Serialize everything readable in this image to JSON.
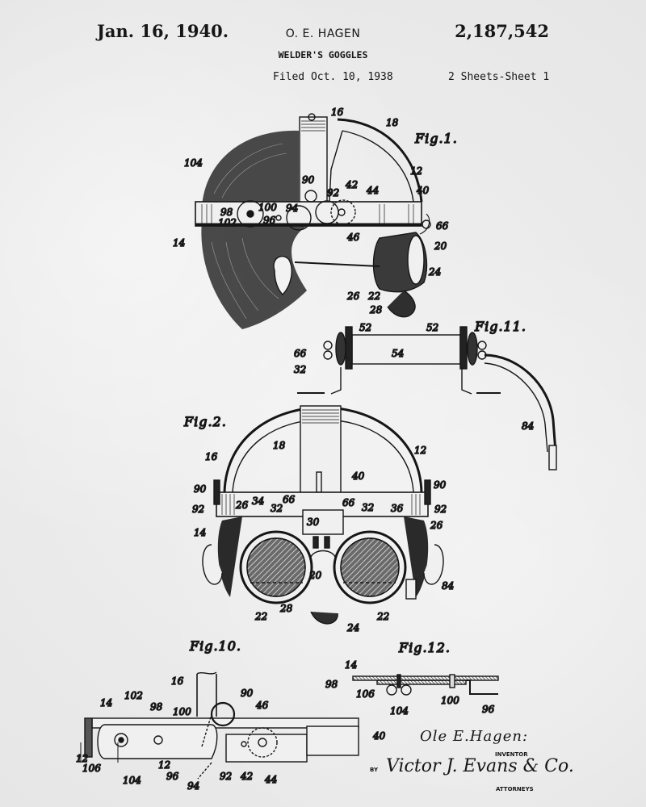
{
  "header": {
    "date": "Jan. 16, 1940.",
    "inventor_name": "O. E. HAGEN",
    "patent_number": "2,187,542",
    "title": "WELDER'S GOGGLES",
    "filed": "Filed Oct. 10, 1938",
    "sheets": "2 Sheets-Sheet 1"
  },
  "figures": [
    {
      "id": "fig1",
      "label": "Fig.1.",
      "parts": [
        "16",
        "18",
        "104",
        "90",
        "92",
        "42",
        "44",
        "40",
        "12",
        "98",
        "100",
        "94",
        "102",
        "96",
        "66",
        "14",
        "46",
        "20",
        "24",
        "26",
        "22",
        "28"
      ]
    },
    {
      "id": "fig11",
      "label": "Fig.11.",
      "parts": [
        "52",
        "52",
        "66",
        "54",
        "32",
        "84"
      ]
    },
    {
      "id": "fig2",
      "label": "Fig.2.",
      "parts": [
        "18",
        "16",
        "12",
        "40",
        "90",
        "90",
        "92",
        "92",
        "26",
        "34",
        "66",
        "32",
        "66",
        "32",
        "36",
        "14",
        "30",
        "26",
        "20",
        "84",
        "22",
        "28",
        "24",
        "22"
      ]
    },
    {
      "id": "fig10",
      "label": "Fig.10.",
      "parts": [
        "16",
        "90",
        "46",
        "14",
        "102",
        "98",
        "100",
        "40",
        "12",
        "106",
        "12",
        "96",
        "104",
        "94",
        "92",
        "42",
        "44"
      ]
    },
    {
      "id": "fig12",
      "label": "Fig.12.",
      "parts": [
        "14",
        "98",
        "106",
        "104",
        "100",
        "96"
      ]
    }
  ],
  "signatures": {
    "inventor": "Ole E.Hagen:",
    "inventor_caption": "INVENTOR",
    "by": "BY",
    "attorneys": "Victor J. Evans & Co.",
    "attorneys_caption": "ATTORNEYS"
  }
}
